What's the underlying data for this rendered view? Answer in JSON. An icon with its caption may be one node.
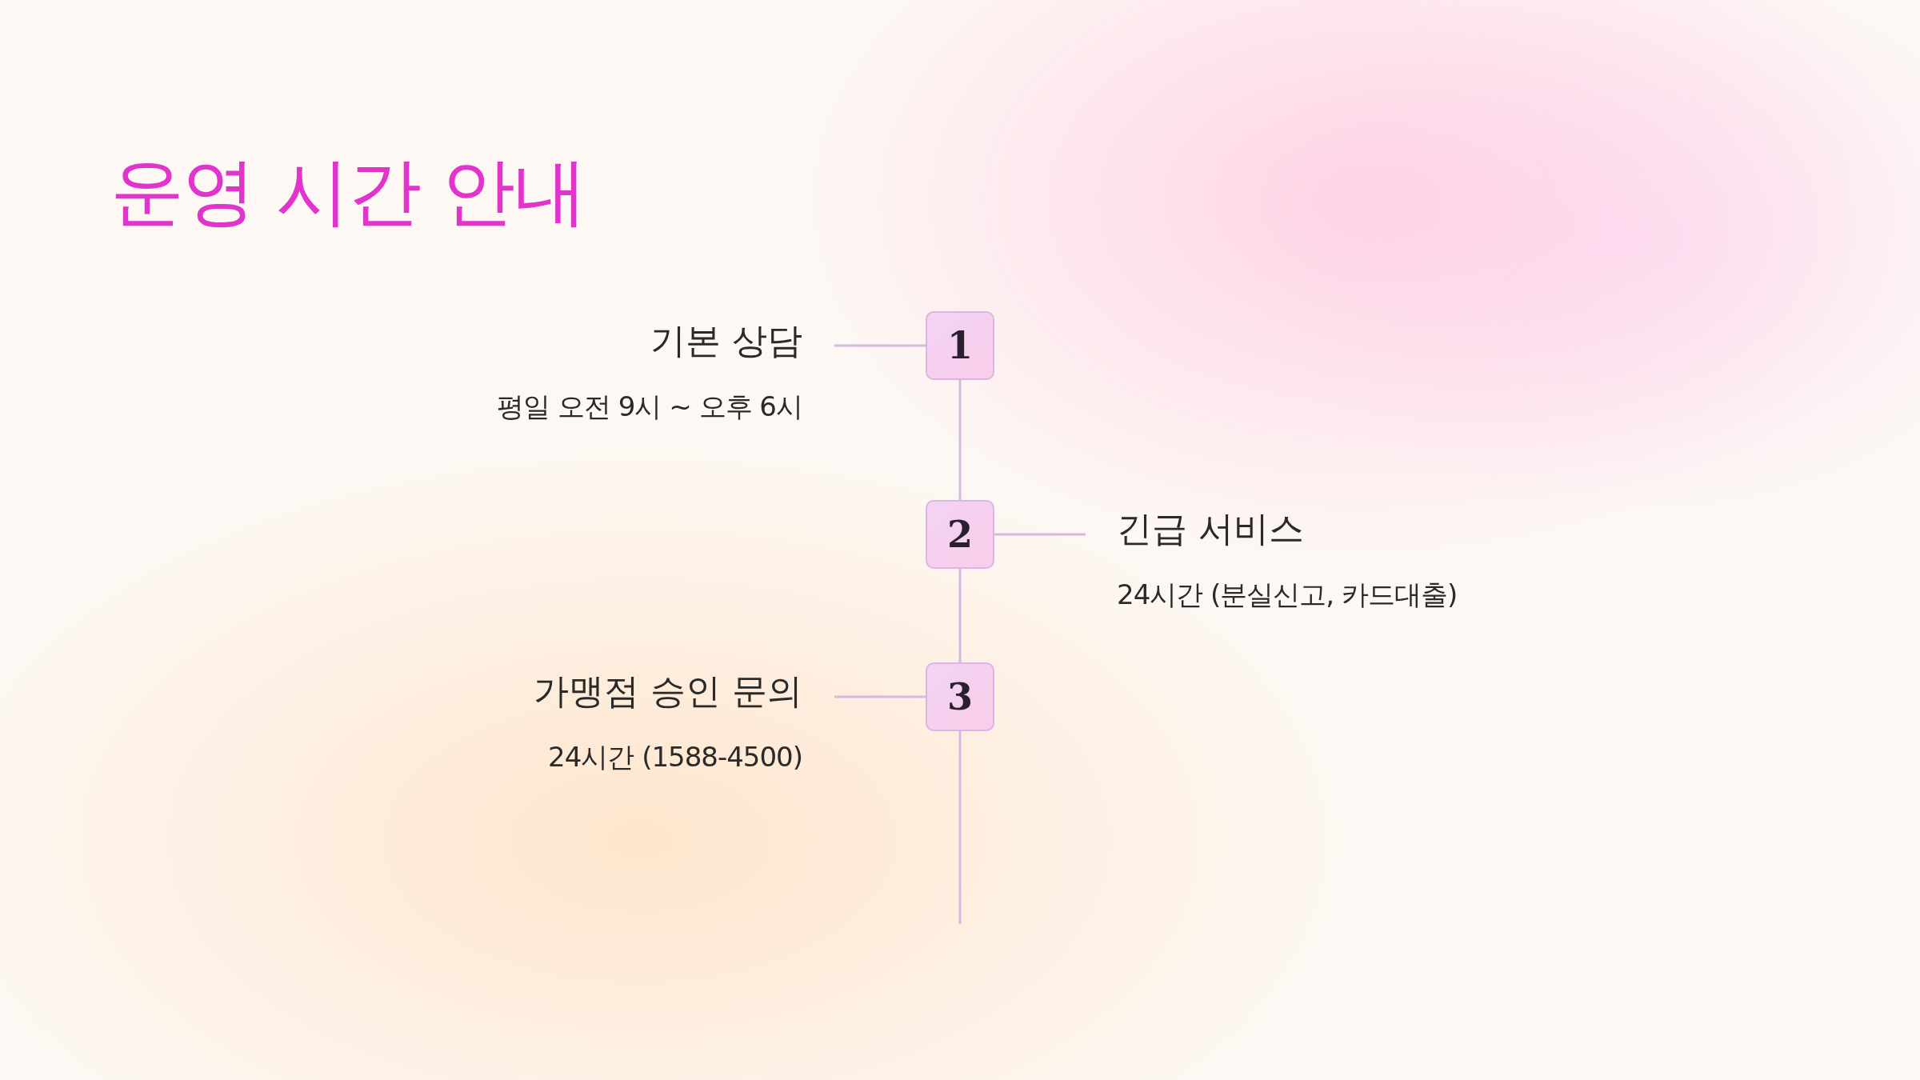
{
  "diagram": {
    "title": "운영 시간 안내",
    "nodes": [
      {
        "text": [
          "기본 상담",
          "평일 오전 9시 ~ 오후 6시"
        ]
      },
      {
        "text": [
          "1"
        ]
      },
      {
        "text": [
          "2"
        ]
      },
      {
        "text": [
          "긴급 서비스",
          "24시간 (분실신고, 카드대출)"
        ]
      },
      {
        "text": [
          "가맹점 승인 문의",
          "24시간 (1588-4500)"
        ]
      },
      {
        "text": [
          "3"
        ]
      }
    ],
    "edges": [
      {
        "from": 0,
        "to": 1,
        "arrow": "none"
      },
      {
        "from": 1,
        "to": 2,
        "arrow": "none"
      },
      {
        "from": 2,
        "to": 3,
        "arrow": "none"
      },
      {
        "from": 2,
        "to": 5,
        "arrow": "none"
      },
      {
        "from": 4,
        "to": 5,
        "arrow": "none"
      },
      {
        "from": 5,
        "to": null,
        "arrow": "none"
      }
    ]
  }
}
